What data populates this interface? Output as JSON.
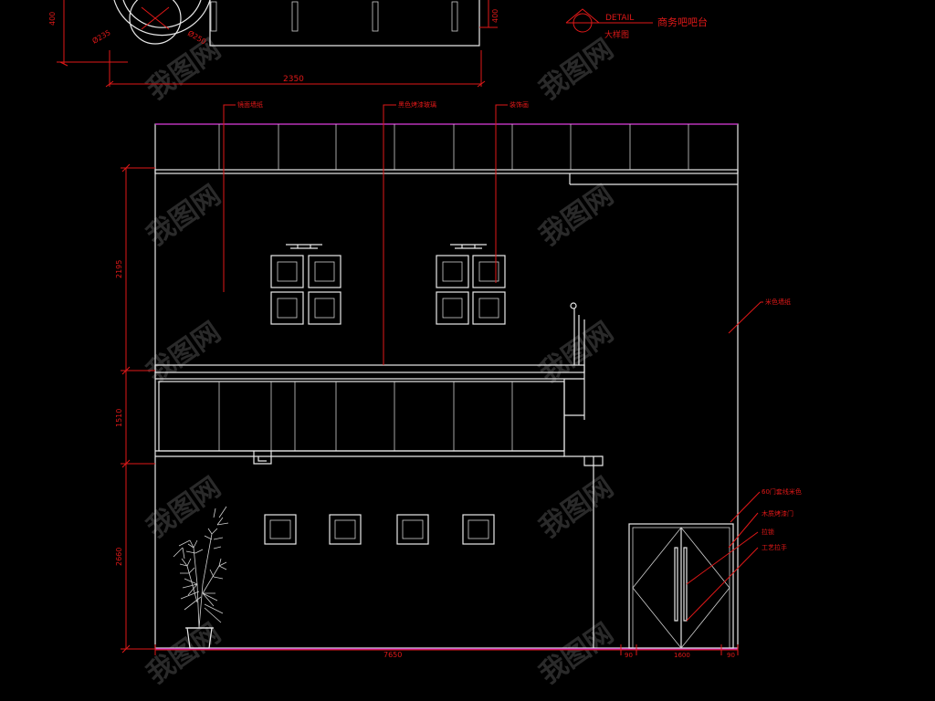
{
  "detail": {
    "label": "DETAIL",
    "title": "商务吧吧台",
    "subtitle": "大样图"
  },
  "dims": {
    "top_left": "400",
    "top_right": "400",
    "top_width": "2350",
    "dia_left": "Ø235",
    "dia_right": "Ø250",
    "left_upper": "2195",
    "left_middle": "1510",
    "left_lower": "2660",
    "bottom_total": "7650",
    "bottom_a": "90",
    "bottom_b": "1600",
    "bottom_c": "90"
  },
  "callouts": {
    "c1": "镜面墙纸",
    "c2": "黑色烤漆玻璃",
    "c3": "装饰画",
    "c4": "米色墙纸",
    "c5": "60门套线米色",
    "c6": "木质烤漆门",
    "c7": "拉锁",
    "c8": "工艺拉手"
  },
  "watermark": "我图网",
  "colors": {
    "background": "#000000",
    "line": "#e8e8e8",
    "dimension": "#e01818",
    "floor": "#c020c0"
  }
}
